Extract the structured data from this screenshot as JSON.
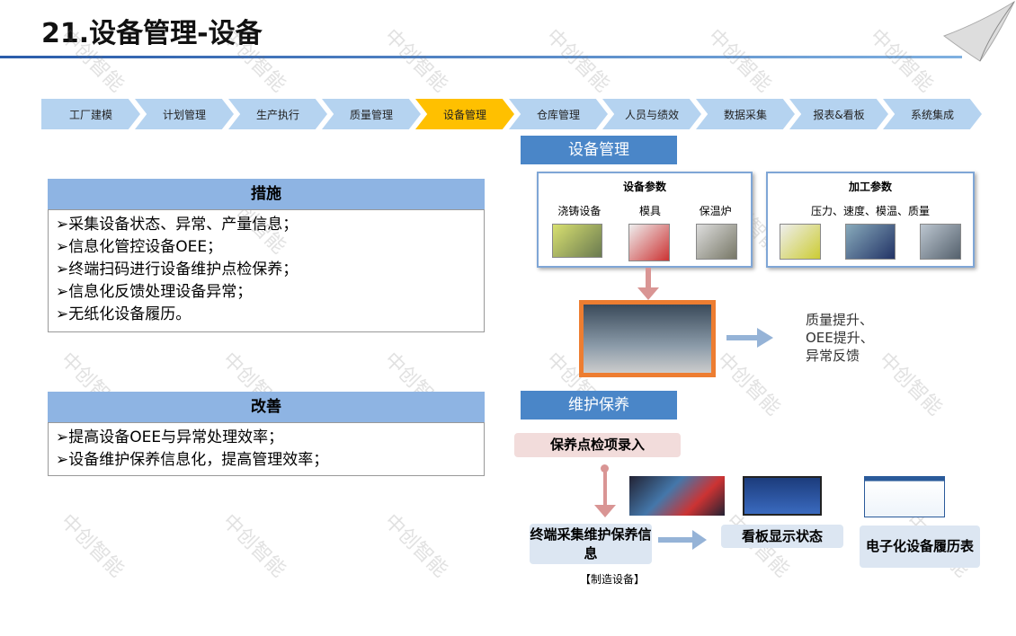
{
  "title": "21.设备管理-设备",
  "watermark": "中创智能",
  "process_steps": [
    "工厂建模",
    "计划管理",
    "生产执行",
    "质量管理",
    "设备管理",
    "仓库管理",
    "人员与绩效",
    "数据采集",
    "报表&看板",
    "系统集成"
  ],
  "active_step": "设备管理",
  "measures": {
    "header": "措施",
    "items": [
      "➢采集设备状态、异常、产量信息；",
      "➢信息化管控设备OEE；",
      "➢终端扫码进行设备维护点检保养；",
      "➢信息化反馈处理设备异常；",
      "➢无纸化设备履历。"
    ]
  },
  "improvement": {
    "header": "改善",
    "items": [
      "➢提高设备OEE与异常处理效率；",
      "➢设备维护保养信息化，提高管理效率；"
    ]
  },
  "equipment_mgmt": {
    "tag": "设备管理",
    "params_title": "设备参数",
    "params": [
      "浇铸设备",
      "模具",
      "保温炉"
    ],
    "process_title": "加工参数",
    "process_text": "压力、速度、模温、质量",
    "result": [
      "质量提升、",
      "OEE提升、",
      "异常反馈"
    ]
  },
  "maintenance": {
    "tag": "维护保养",
    "entry": "保养点检项录入",
    "terminal": "终端采集维护保养信息",
    "terminal_note": "【制造设备】",
    "board": "看板显示状态",
    "history": "电子化设备履历表"
  },
  "colors": {
    "accent": "#ffc000",
    "step": "#b5d3f0",
    "header": "#8eb4e3",
    "tag": "#4a86c8",
    "orange": "#ed7d31"
  }
}
